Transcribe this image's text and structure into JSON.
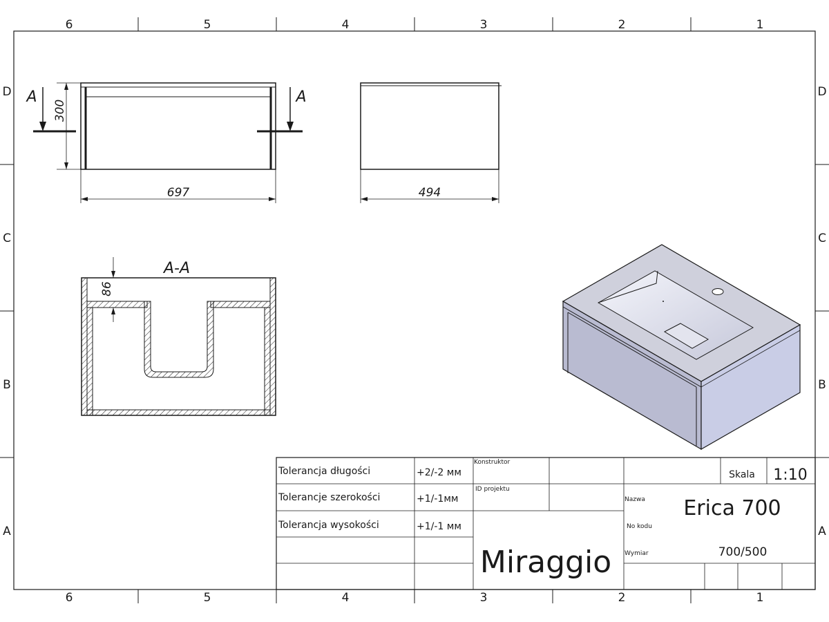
{
  "zones": {
    "columns": [
      "6",
      "5",
      "4",
      "3",
      "2",
      "1"
    ],
    "rows": [
      "D",
      "C",
      "B",
      "A"
    ]
  },
  "front_view": {
    "width_dim": "697",
    "height_dim": "300",
    "section_marker": "A"
  },
  "side_view": {
    "depth_dim": "494"
  },
  "section_view": {
    "title": "A-A",
    "thickness_dim": "86"
  },
  "title_block": {
    "tolerances": [
      {
        "label": "Tolerancja długości",
        "value": "+2/-2 мм"
      },
      {
        "label": "Tolerancje szerokości",
        "value": "+1/-1мм"
      },
      {
        "label": "Tolerancja wysokości",
        "value": "+1/-1 мм"
      }
    ],
    "designer_label": "Konstruktor",
    "project_id_label": "ID projektu",
    "brand": "Miraggio",
    "scale_label": "Skala",
    "scale_value": "1:10",
    "name_label": "Nazwa",
    "name_value": "Erica 700",
    "code_label": "No kodu",
    "size_label": "Wymiar",
    "size_value": "700/500"
  },
  "colors": {
    "line": "#1a1a1a",
    "iso_top": "#cfd0dc",
    "iso_front": "#b9bbd1",
    "iso_side": "#c9cde6",
    "basin": "#e6e8f4"
  }
}
